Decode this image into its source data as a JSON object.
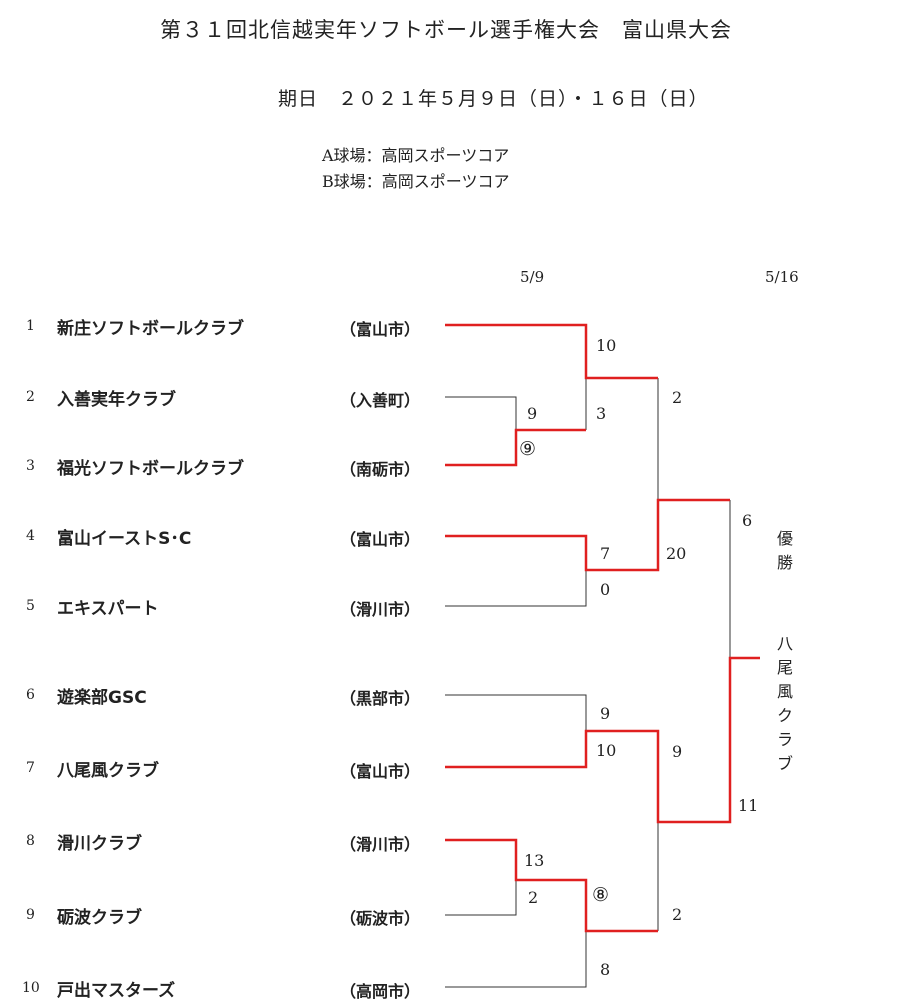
{
  "header": {
    "title": "第３１回北信越実年ソフトボール選手権大会　富山県大会",
    "date": "期日　２０２１年５月９日（日）・１６日（日）",
    "venue_a": "A球場：高岡スポーツコア",
    "venue_b": "B球場：高岡スポーツコア"
  },
  "rounds": {
    "first": "5/9",
    "final": "5/16"
  },
  "teams": [
    {
      "no": "1",
      "name": "新庄ソフトボールクラブ",
      "city": "（富山市）"
    },
    {
      "no": "2",
      "name": "入善実年クラブ",
      "city": "（入善町）"
    },
    {
      "no": "3",
      "name": "福光ソフトボールクラブ",
      "city": "（南砺市）"
    },
    {
      "no": "4",
      "name": "富山イーストS･C",
      "city": "（富山市）"
    },
    {
      "no": "5",
      "name": "エキスパート",
      "city": "（滑川市）"
    },
    {
      "no": "6",
      "name": "遊楽部GSC",
      "city": "（黒部市）"
    },
    {
      "no": "7",
      "name": "八尾風クラブ",
      "city": "（富山市）"
    },
    {
      "no": "8",
      "name": "滑川クラブ",
      "city": "（滑川市）"
    },
    {
      "no": "9",
      "name": "砺波クラブ",
      "city": "（砺波市）"
    },
    {
      "no": "10",
      "name": "戸出マスターズ",
      "city": "（高岡市）"
    }
  ],
  "scores": {
    "m1_top": "10",
    "m1_bot": "3",
    "m2_top": "9",
    "m2_game": "⑨",
    "m3_top": "7",
    "m3_bot": "0",
    "m4_top": "9",
    "m4_bot": "10",
    "m5_top": "13",
    "m5_bot": "2",
    "m6_game": "⑧",
    "m6_bot": "8",
    "sf1_top": "2",
    "sf1_bot": "20",
    "sf2_top": "9",
    "sf2_bot": "2",
    "final_top": "6",
    "final_bot": "11"
  },
  "result": {
    "label": "優勝",
    "champion": "八尾風クラブ"
  },
  "colors": {
    "winner_line": "#e02020",
    "loser_line": "#333333"
  }
}
